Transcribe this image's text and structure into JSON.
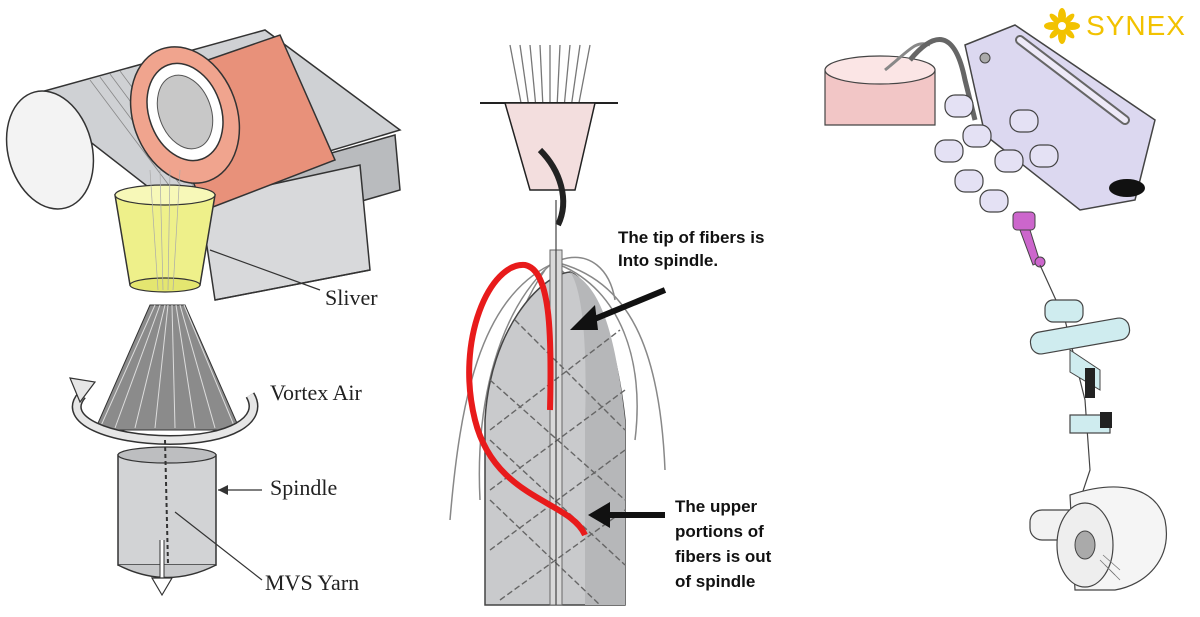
{
  "brand": {
    "name": "SYNEX",
    "color": "#f2c200"
  },
  "left_panel": {
    "labels": {
      "sliver": "Sliver",
      "vortex_air": "Vortex Air",
      "spindle": "Spindle",
      "mvs_yarn": "MVS Yarn"
    }
  },
  "middle_panel": {
    "annotation_top": [
      "The tip of fibers is",
      "Into spindle."
    ],
    "annotation_bottom": [
      "The upper",
      "portions of",
      "fibers is out",
      "of spindle"
    ],
    "highlight_color": "#e81b1b"
  },
  "colors": {
    "roller_front": "#e8917a",
    "funnel": "#eef08a",
    "gun_body": "#dcd8f0",
    "pink_part": "#cc66cc"
  }
}
